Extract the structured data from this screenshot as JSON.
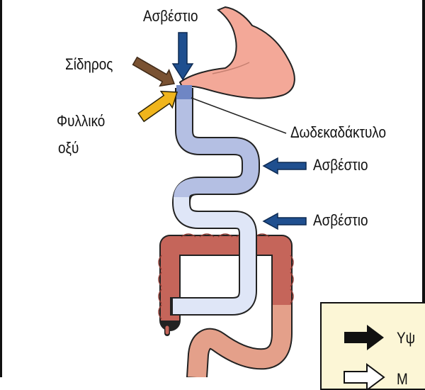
{
  "labels": {
    "calcium_top": "Ασβέστιο",
    "iron": "Σίδηρος",
    "folic_acid_line1": "Φυλλικό",
    "folic_acid_line2": "οξύ",
    "duodenum": "Δωδεκαδάκτυλο",
    "calcium_mid": "Ασβέστιο",
    "calcium_low": "Ασβέστιο"
  },
  "legend": {
    "item1_text": "Υψ",
    "item2_text": "Μ"
  },
  "colors": {
    "calcium_arrow": "#1f4f8f",
    "iron_arrow": "#7a5232",
    "folic_acid_arrow": "#f0b51c",
    "stomach": "#f3a898",
    "duodenum_dark": "#6f86c4",
    "small_intestine_upper": "#b4bfe3",
    "small_intestine_lower": "#dfe6f7",
    "colon": "#c5655a",
    "legend_bg": "#fcf6d6"
  }
}
